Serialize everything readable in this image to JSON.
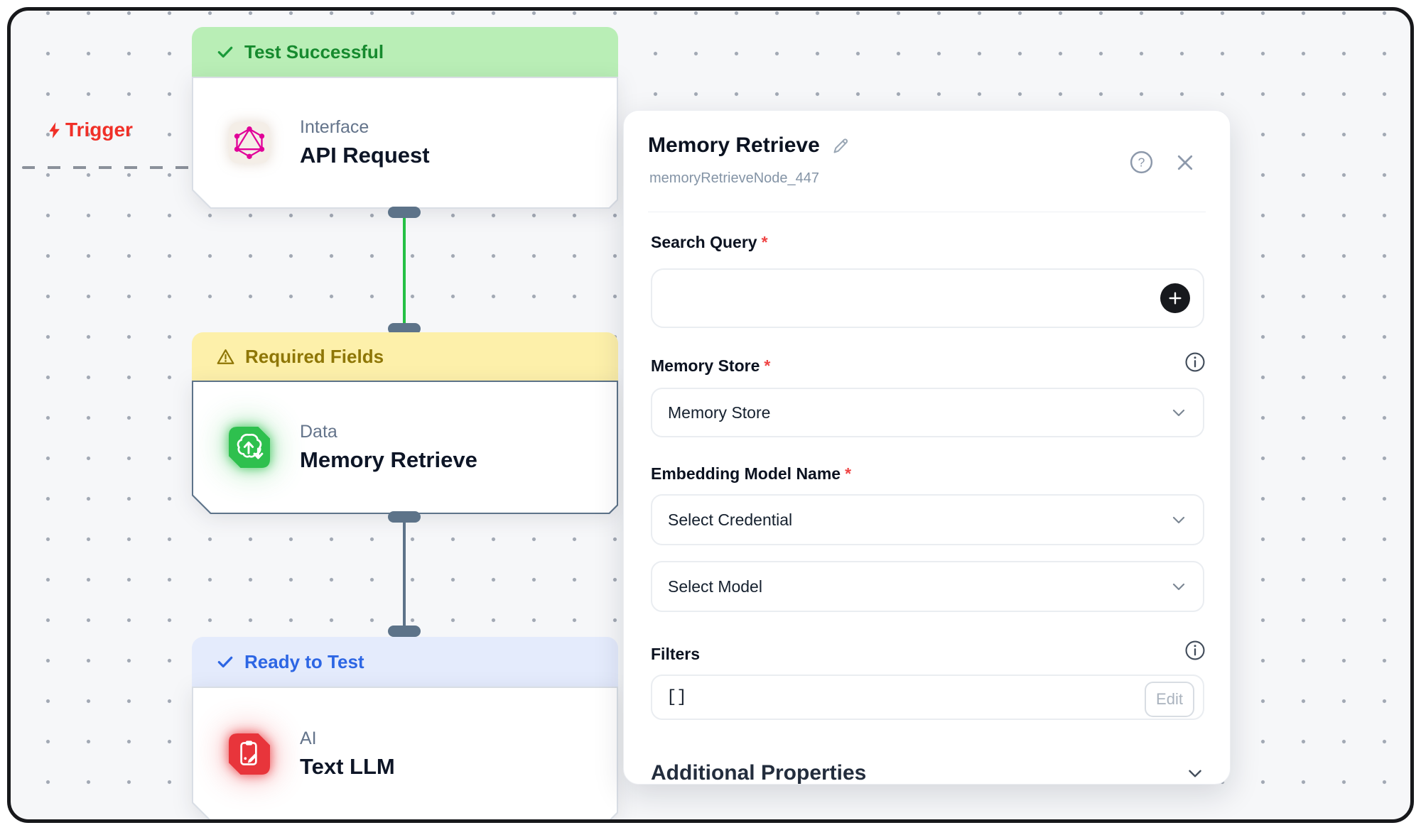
{
  "canvas": {
    "trigger": {
      "label": "Trigger"
    },
    "nodes": [
      {
        "status_banner": "Test Successful",
        "status": "success",
        "category": "Interface",
        "title": "API Request"
      },
      {
        "status_banner": "Required Fields",
        "status": "warning",
        "category": "Data",
        "title": "Memory Retrieve"
      },
      {
        "status_banner": "Ready to Test",
        "status": "ready",
        "category": "AI",
        "title": "Text LLM"
      }
    ]
  },
  "panel": {
    "title": "Memory Retrieve",
    "node_id": "memoryRetrieveNode_447",
    "required_mark": "*",
    "search_query": {
      "label": "Search Query",
      "value": ""
    },
    "memory_store": {
      "label": "Memory Store",
      "selected": "Memory Store"
    },
    "embedding_model": {
      "label": "Embedding Model Name",
      "credential_value": "Select Credential",
      "model_value": "Select Model"
    },
    "filters": {
      "label": "Filters",
      "value": "[]",
      "edit_label": "Edit"
    },
    "additional_properties": {
      "label": "Additional Properties"
    }
  },
  "colors": {
    "success_bg": "#b9eeb6",
    "success_text": "#168a2e",
    "warning_bg": "#fdf0aa",
    "warning_text": "#8e7606",
    "ready_bg": "#e4ebfc",
    "ready_text": "#2d66e4",
    "trigger_red": "#f03028",
    "connector_green": "#25c045",
    "connector_slate": "#5d7389",
    "memory_icon_green": "#2ec04e",
    "llm_icon_red": "#e8353b",
    "graphql_pink": "#e10098",
    "required_red": "#ef4444"
  }
}
